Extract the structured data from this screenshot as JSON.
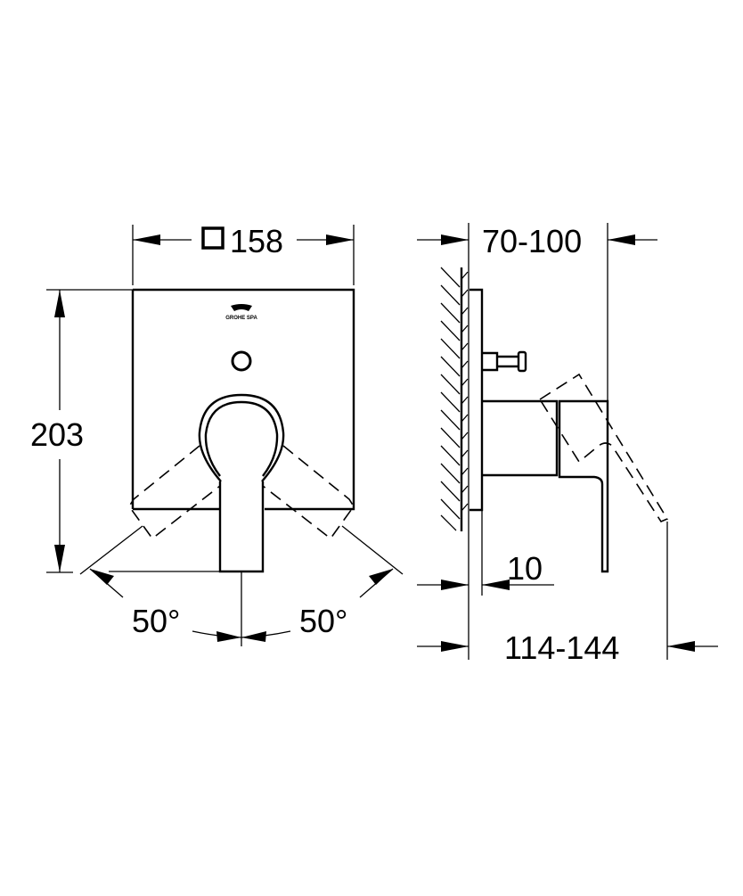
{
  "drawing": {
    "colors": {
      "line": "#000000",
      "background": "#ffffff"
    },
    "front_view": {
      "width_dimension": {
        "symbol": "square",
        "value": "158"
      },
      "height_dimension": {
        "value": "203"
      },
      "rotation_left": {
        "value": "50°"
      },
      "rotation_right": {
        "value": "50°"
      },
      "logo_text": "GROHE SPA"
    },
    "side_view": {
      "projection_dimension": {
        "value": "70-100"
      },
      "plate_thickness_dimension": {
        "value": "10"
      },
      "total_depth_dimension": {
        "value": "114-144"
      }
    }
  }
}
